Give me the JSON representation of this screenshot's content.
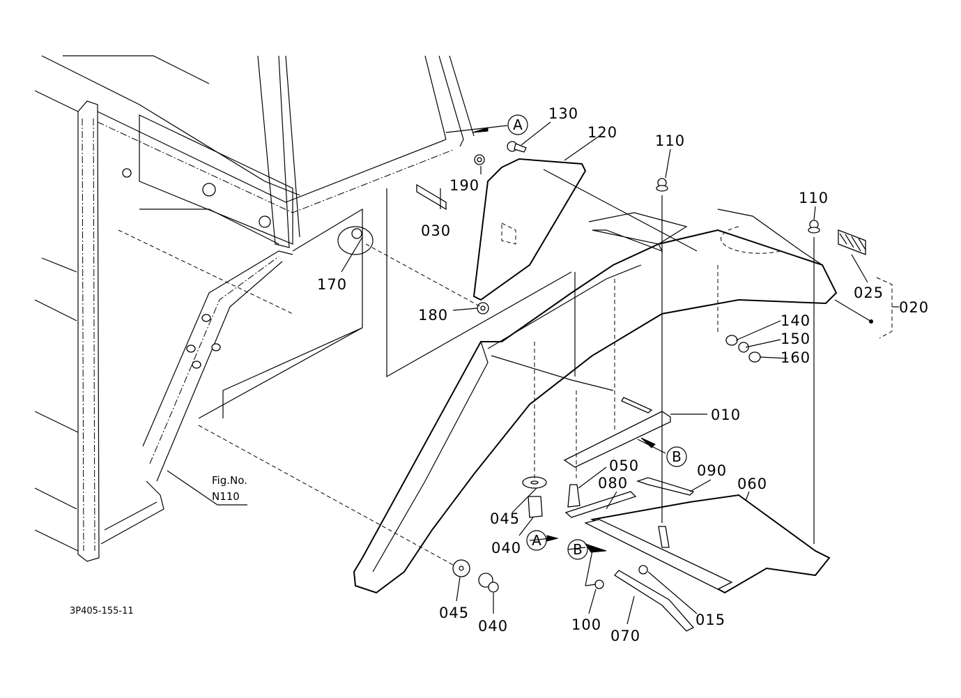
{
  "figure": {
    "fig_label": "Fig.No.",
    "fig_number": "N110",
    "drawing_code": "3P405-155-11"
  },
  "refs": {
    "A": "A",
    "B": "B"
  },
  "parts": [
    {
      "id": "p010",
      "number": "010"
    },
    {
      "id": "p015",
      "number": "015"
    },
    {
      "id": "p020",
      "number": "020"
    },
    {
      "id": "p025",
      "number": "025"
    },
    {
      "id": "p030",
      "number": "030"
    },
    {
      "id": "p040a",
      "number": "040"
    },
    {
      "id": "p040b",
      "number": "040"
    },
    {
      "id": "p045a",
      "number": "045"
    },
    {
      "id": "p045b",
      "number": "045"
    },
    {
      "id": "p050",
      "number": "050"
    },
    {
      "id": "p060",
      "number": "060"
    },
    {
      "id": "p070",
      "number": "070"
    },
    {
      "id": "p080",
      "number": "080"
    },
    {
      "id": "p090",
      "number": "090"
    },
    {
      "id": "p100",
      "number": "100"
    },
    {
      "id": "p110a",
      "number": "110"
    },
    {
      "id": "p110b",
      "number": "110"
    },
    {
      "id": "p120",
      "number": "120"
    },
    {
      "id": "p130",
      "number": "130"
    },
    {
      "id": "p140",
      "number": "140"
    },
    {
      "id": "p150",
      "number": "150"
    },
    {
      "id": "p160",
      "number": "160"
    },
    {
      "id": "p170",
      "number": "170"
    },
    {
      "id": "p180",
      "number": "180"
    },
    {
      "id": "p190",
      "number": "190"
    }
  ]
}
